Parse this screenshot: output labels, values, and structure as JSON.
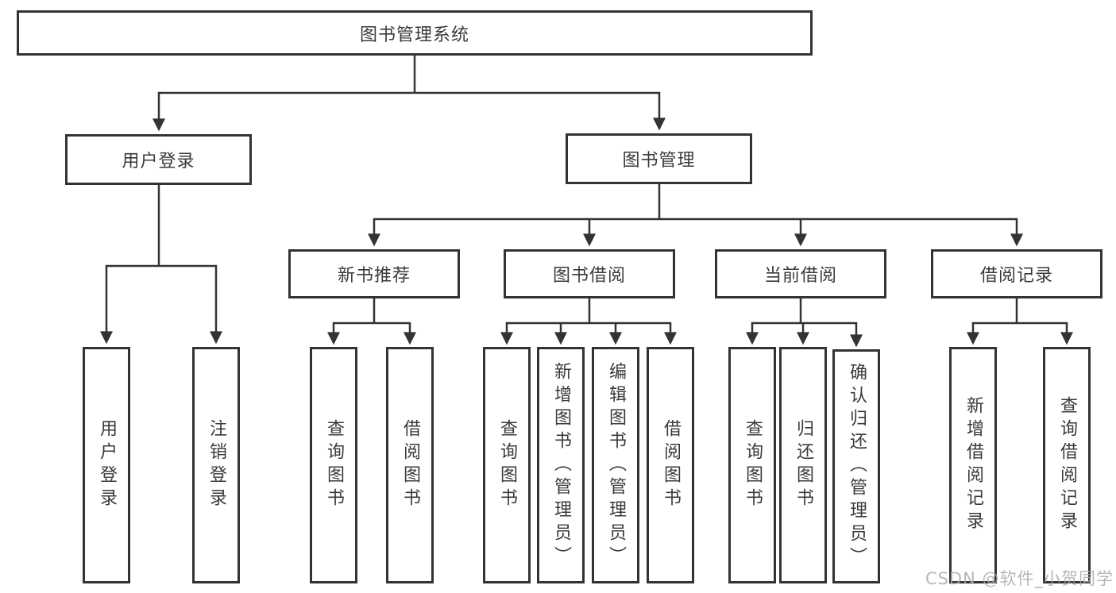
{
  "diagram": {
    "title": "图书管理系统",
    "root": {
      "label": "图书管理系统"
    },
    "branches": [
      {
        "label": "用户登录",
        "children": [
          "用户登录",
          "注销登录"
        ]
      },
      {
        "label": "图书管理",
        "modules": [
          {
            "label": "新书推荐",
            "children": [
              "查询图书",
              "借阅图书"
            ]
          },
          {
            "label": "图书借阅",
            "children": [
              "查询图书",
              "新增图书（管理员）",
              "编辑图书（管理员）",
              "借阅图书"
            ]
          },
          {
            "label": "当前借阅",
            "children": [
              "查询图书",
              "归还图书",
              "确认归还（管理员）"
            ]
          },
          {
            "label": "借阅记录",
            "children": [
              "新增借阅记录",
              "查询借阅记录"
            ]
          }
        ]
      }
    ]
  },
  "watermark": "CSDN @软件_小贺同学",
  "colors": {
    "line": "#333333",
    "box_border": "#333333",
    "text": "#3a3a3a",
    "watermark": "#aaaaaa",
    "background": "#ffffff"
  }
}
